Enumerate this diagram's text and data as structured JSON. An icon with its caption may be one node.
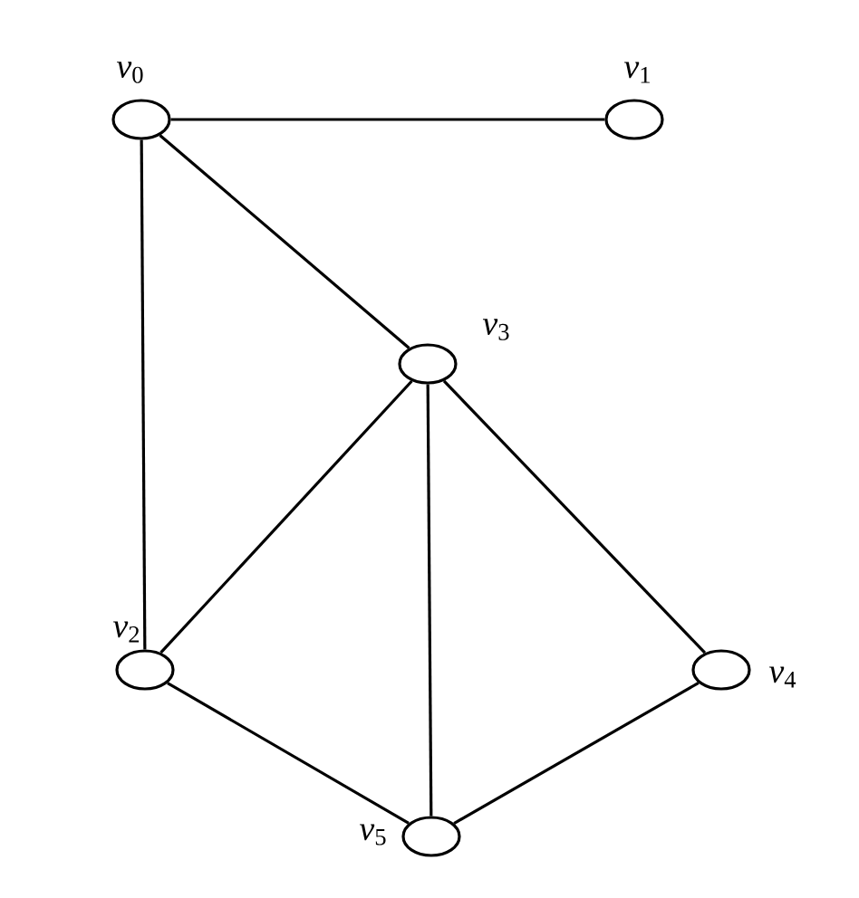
{
  "diagram": {
    "nodes": [
      {
        "text": [],
        "shape": "ellipse",
        "beside": [
          "*v*$_{0}$"
        ]
      },
      {
        "text": [],
        "shape": "ellipse",
        "beside": [
          "*v*$_{1}$"
        ]
      },
      {
        "text": [],
        "shape": "ellipse",
        "beside": [
          "*v*$_{3}$"
        ]
      },
      {
        "text": [],
        "shape": "ellipse",
        "beside": [
          "*v*$_{2}$"
        ]
      },
      {
        "text": [],
        "shape": "ellipse",
        "beside": [
          "*v*$_{4}$"
        ]
      },
      {
        "text": [],
        "shape": "ellipse",
        "beside": [
          "*v*$_{5}$"
        ]
      }
    ],
    "edges": [
      {
        "from": 0,
        "to": 1,
        "arrow": "none"
      },
      {
        "from": 0,
        "to": 2,
        "arrow": "none"
      },
      {
        "from": 0,
        "to": 3,
        "arrow": "none"
      },
      {
        "from": 2,
        "to": 3,
        "arrow": "none"
      },
      {
        "from": 2,
        "to": 5,
        "arrow": "none"
      },
      {
        "from": 2,
        "to": 4,
        "arrow": "none"
      },
      {
        "from": 3,
        "to": 5,
        "arrow": "none"
      },
      {
        "from": 5,
        "to": 4,
        "arrow": "none"
      }
    ]
  }
}
